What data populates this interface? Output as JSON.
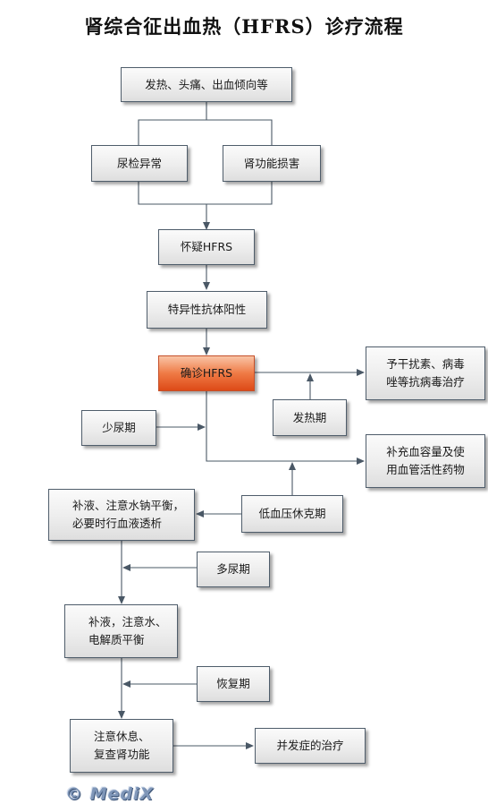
{
  "title": "肾综合征出血热（HFRS）诊疗流程",
  "nodes": {
    "fever_headache": "发热、头痛、出血倾向等",
    "urine_abnormal": "尿检异常",
    "renal_damage": "肾功能损害",
    "suspect": "怀疑HFRS",
    "antibody": "特异性抗体阳性",
    "confirm": "确诊HFRS",
    "antiviral": "予干扰素、病毒\n唑等抗病毒治疗",
    "febrile": "发热期",
    "oliguric": "少尿期",
    "volume": "补充血容量及使\n用血管活性药物",
    "fluid_dialysis": "补液、注意水钠平衡，\n必要时行血液透析",
    "shock": "低血压休克期",
    "polyuric": "多尿期",
    "electrolyte": "补液，注意水、\n电解质平衡",
    "recovery": "恢复期",
    "rest": "注意休息、\n复查肾功能",
    "complication": "并发症的治疗"
  },
  "colors": {
    "highlight": "#e8602c",
    "line": "#4a5866",
    "box_border": "#4f5d6b"
  },
  "logo": "© MediX"
}
